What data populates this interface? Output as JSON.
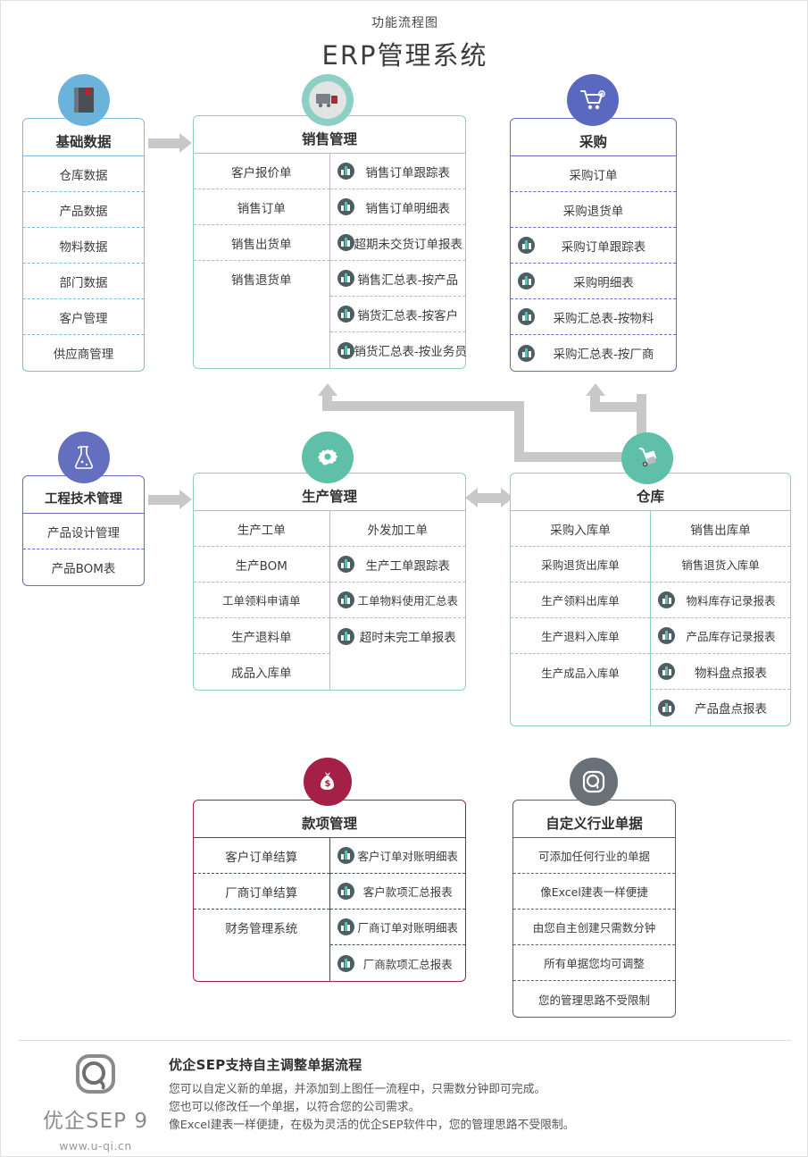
{
  "header": {
    "subtitle": "功能流程图",
    "title": "ERP管理系统"
  },
  "colors": {
    "base_blue": "#7fbcd8",
    "teal": "#8dcfc2",
    "purple": "#6470bf",
    "crimson": "#a42046",
    "gray": "#5c6166",
    "connector": "#c8c8c8",
    "report_icon": "#4e5c63"
  },
  "cards": {
    "base_data": {
      "title": "基础数据",
      "icon": "book-icon",
      "icon_color": "#6cb3dc",
      "items": [
        "仓库数据",
        "产品数据",
        "物料数据",
        "部门数据",
        "客户管理",
        "供应商管理"
      ]
    },
    "sales": {
      "title": "销售管理",
      "icon": "truck-icon",
      "icon_color": "#8dcfc2",
      "left": [
        "客户报价单",
        "销售订单",
        "销售出货单",
        "销售退货单"
      ],
      "right": [
        "销售订单跟踪表",
        "销售订单明细表",
        "超期未交货订单报表",
        "销售汇总表-按产品",
        "销货汇总表-按客户",
        "销货汇总表-按业务员"
      ]
    },
    "purchase": {
      "title": "采购",
      "icon": "cart-icon",
      "icon_color": "#5b68c0",
      "plain": [
        "采购订单",
        "采购退货单"
      ],
      "reports": [
        "采购订单跟踪表",
        "采购明细表",
        "采购汇总表-按物料",
        "采购汇总表-按厂商"
      ]
    },
    "engineering": {
      "title": "工程技术管理",
      "icon": "flask-icon",
      "icon_color": "#6470bf",
      "items": [
        "产品设计管理",
        "产品BOM表"
      ]
    },
    "production": {
      "title": "生产管理",
      "icon": "gear-icon",
      "icon_color": "#5fbfa8",
      "left": [
        "生产工单",
        "生产BOM",
        "工单领料申请单",
        "生产退料单",
        "成品入库单"
      ],
      "right_plain": [
        "外发加工单"
      ],
      "right_reports": [
        "生产工单跟踪表",
        "工单物料使用汇总表",
        "超时未完工单报表"
      ]
    },
    "warehouse": {
      "title": "仓库",
      "icon": "hand-truck-icon",
      "icon_color": "#5fbfa8",
      "left": [
        "采购入库单",
        "采购退货出库单",
        "生产领料出库单",
        "生产退料入库单",
        "生产成品入库单"
      ],
      "right_plain": [
        "销售出库单",
        "销售退货入库单"
      ],
      "right_reports": [
        "物料库存记录报表",
        "产品库存记录报表",
        "物料盘点报表",
        "产品盘点报表"
      ]
    },
    "payment": {
      "title": "款项管理",
      "icon": "money-bag-icon",
      "icon_color": "#a42046",
      "left": [
        "客户订单结算",
        "厂商订单结算",
        "财务管理系统"
      ],
      "right_reports": [
        "客户订单对账明细表",
        "客户款项汇总报表",
        "厂商订单对账明细表",
        "厂商款项汇总报表"
      ]
    },
    "custom": {
      "title": "自定义行业单据",
      "icon": "q-logo-icon",
      "icon_color": "#6a7077",
      "items": [
        "可添加任何行业的单据",
        "像Excel建表一样便捷",
        "由您自主创建只需数分钟",
        "所有单据您均可调整",
        "您的管理思路不受限制"
      ]
    }
  },
  "footer": {
    "logo_text": "优企SEP 9",
    "logo_url": "www.u-qi.cn",
    "heading": "优企SEP支持自主调整单据流程",
    "line1": "您可以自定义新的单据，并添加到上图任一流程中，只需数分钟即可完成。",
    "line2": "您也可以修改任一个单据，以符合您的公司需求。",
    "line3": "像Excel建表一样便捷，在极为灵活的优企SEP软件中，您的管理思路不受限制。"
  }
}
